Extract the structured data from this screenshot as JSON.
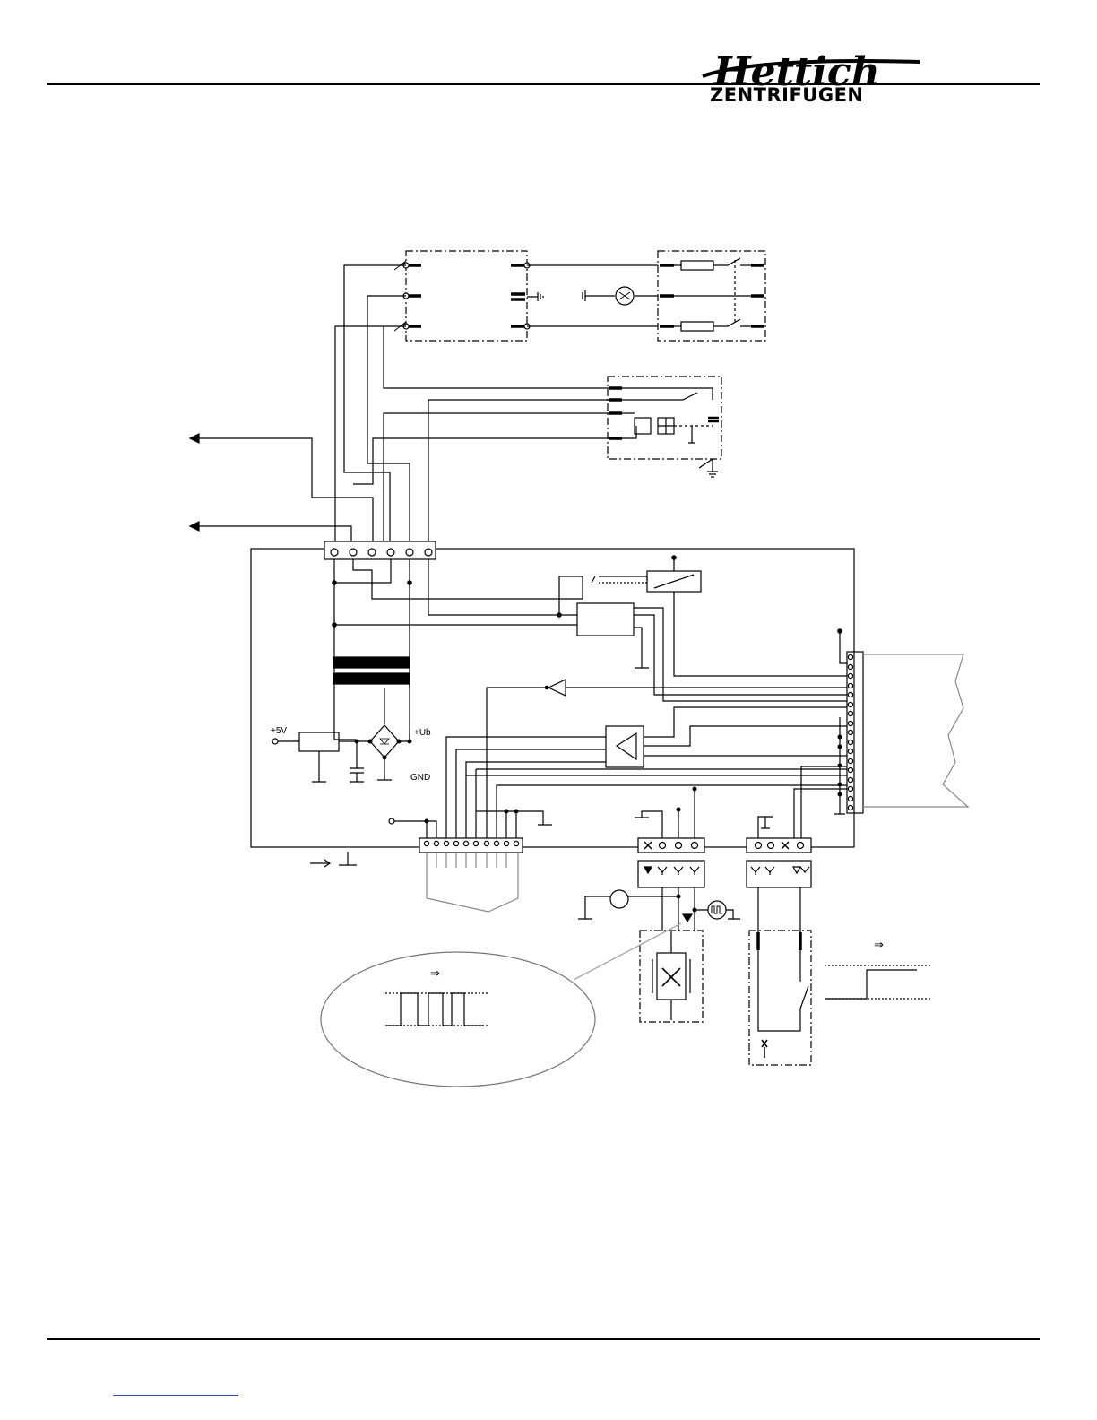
{
  "header": {
    "brand_script": "Hettich",
    "brand_sub": "ZENTRIFUGEN"
  },
  "diagram": {
    "labels": {
      "plus5v": "+5V",
      "plus_ub": "+Ub",
      "gnd": "GND"
    }
  },
  "colors": {
    "ink": "#000000",
    "footer_link": "#3050c0",
    "callout_stroke": "#999999"
  }
}
